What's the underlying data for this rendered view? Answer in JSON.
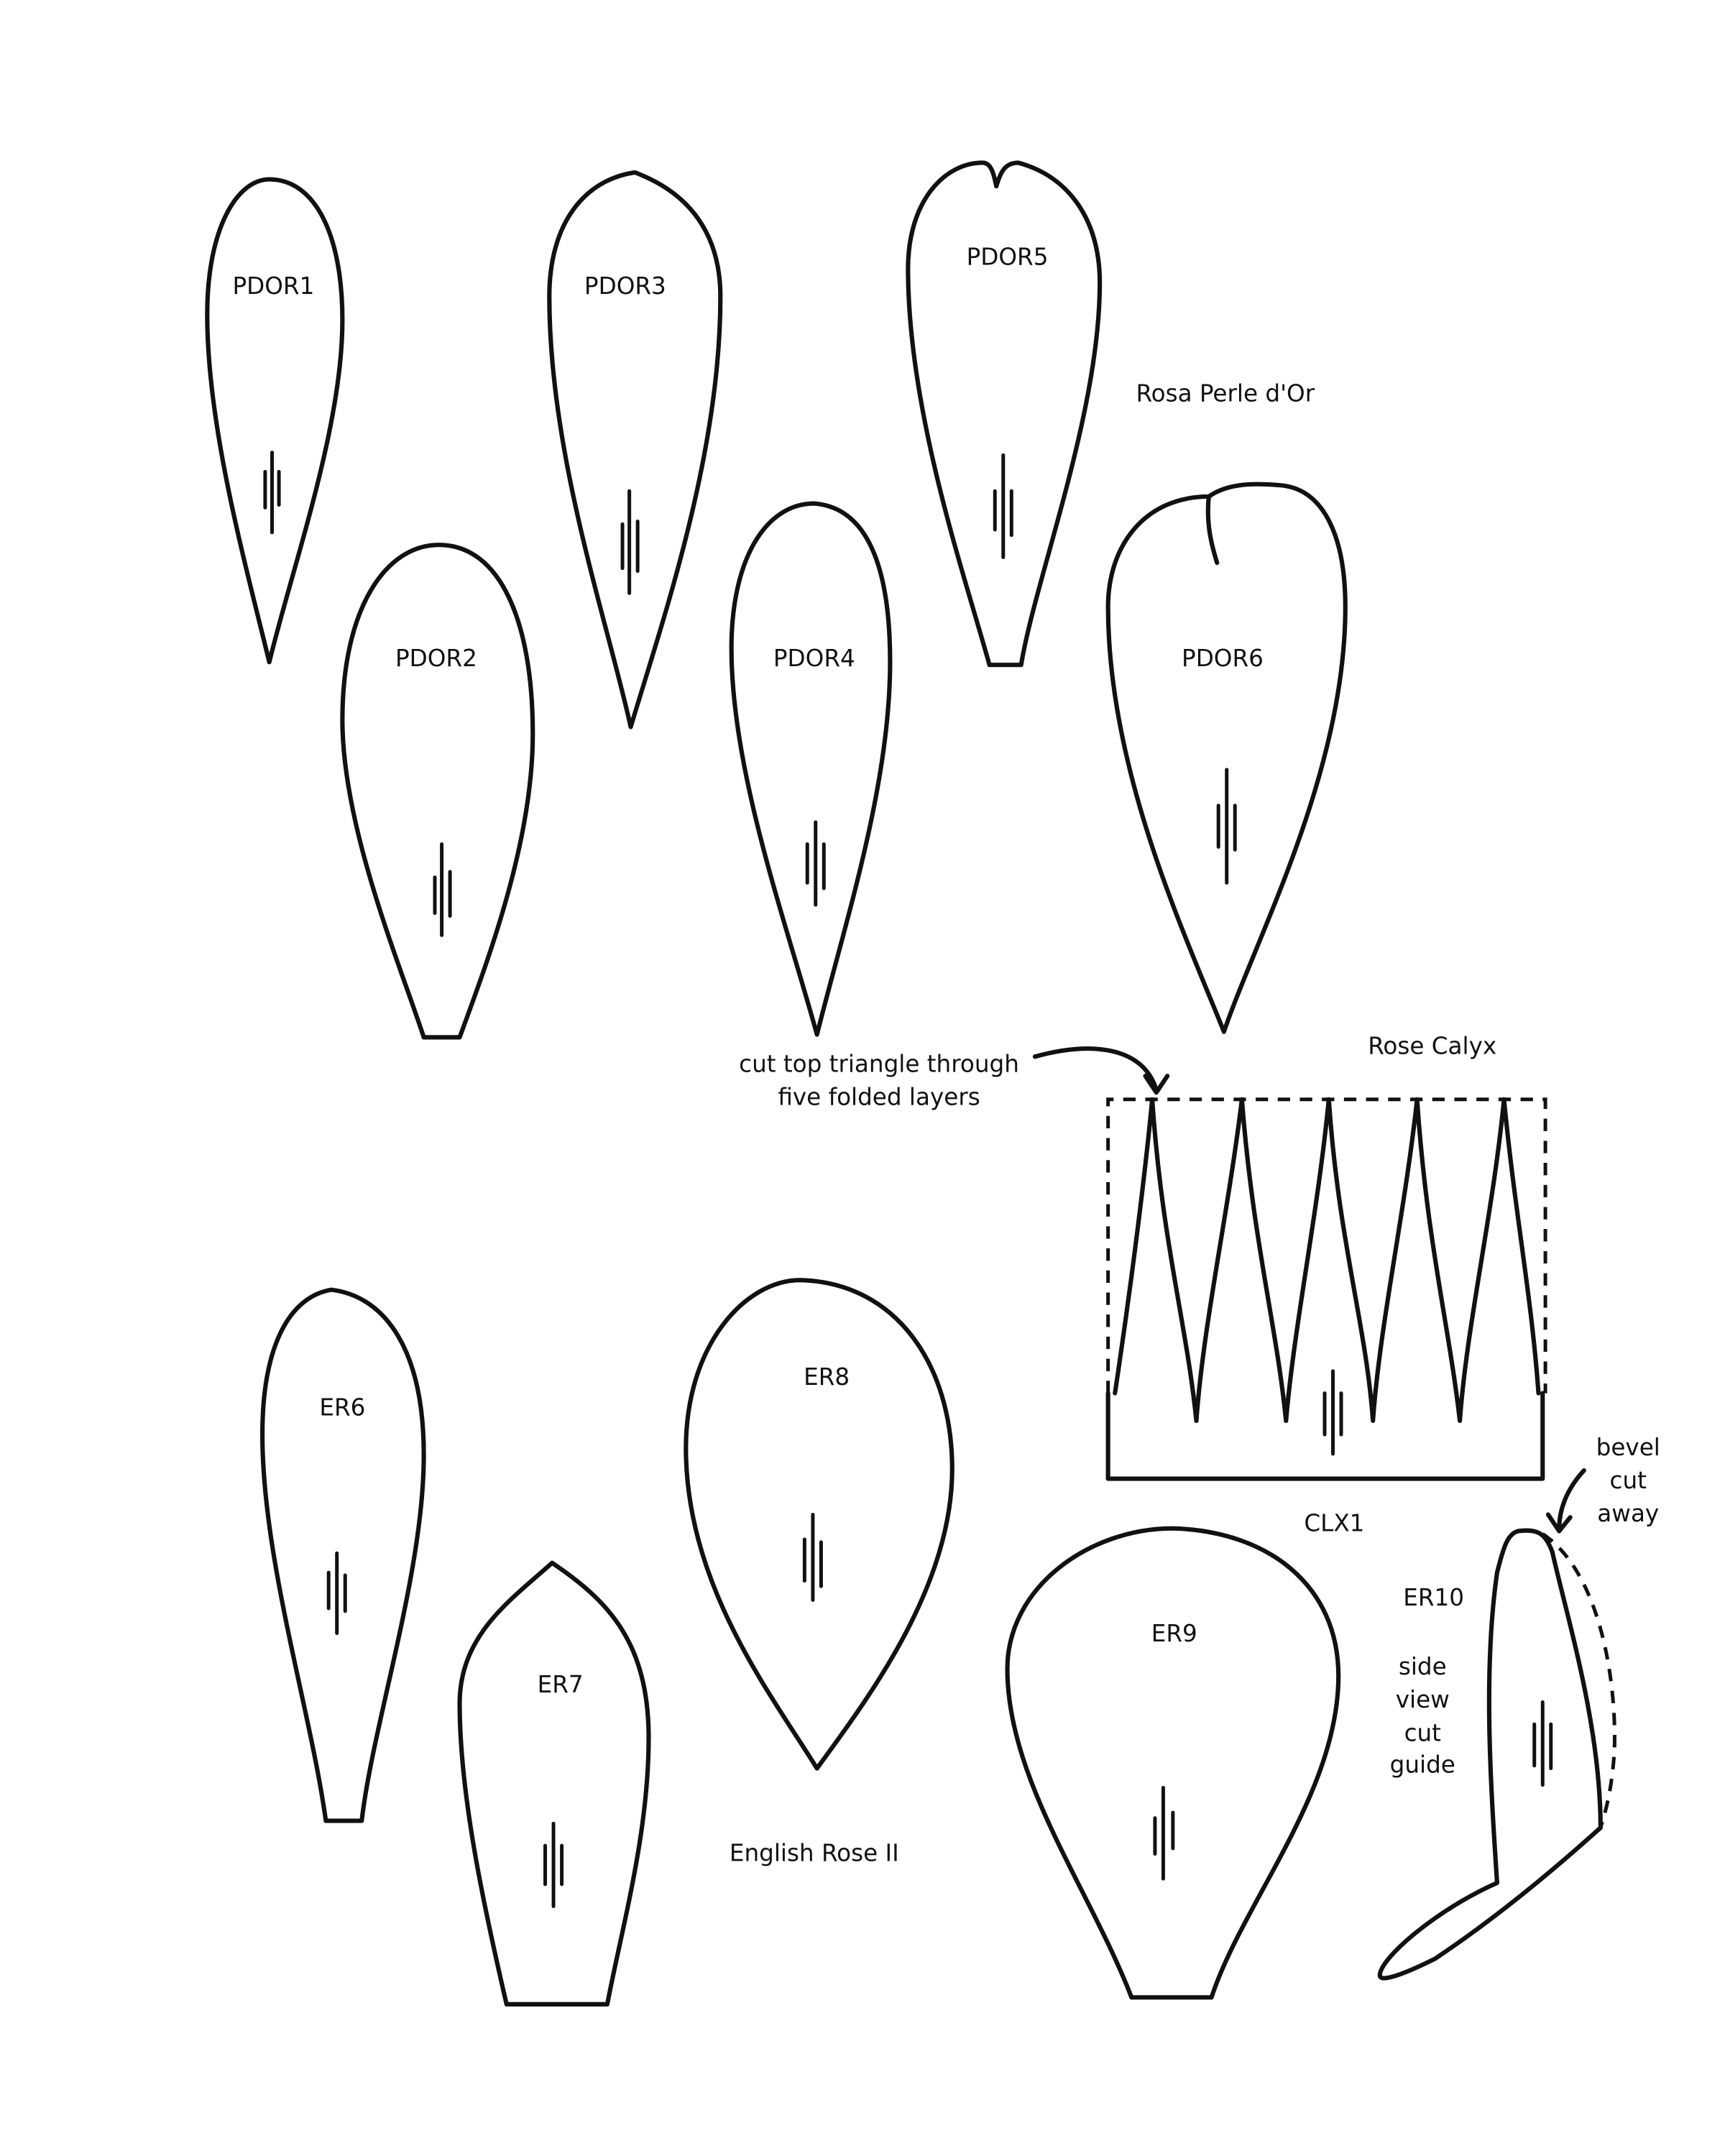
{
  "rosa_perle": {
    "title": "Rosa Perle d'Or",
    "pieces": [
      "PDOR1",
      "PDOR2",
      "PDOR3",
      "PDOR4",
      "PDOR5",
      "PDOR6"
    ]
  },
  "calyx": {
    "title": "Rose Calyx",
    "piece": "CLX1",
    "note_line1": "cut top triangle through",
    "note_line2": "five folded layers"
  },
  "english_rose": {
    "title": "English Rose II",
    "pieces": [
      "ER6",
      "ER7",
      "ER8",
      "ER9",
      "ER10"
    ],
    "side_note": [
      "side",
      "view",
      "cut",
      "guide"
    ],
    "bevel_note": [
      "bevel",
      "cut",
      "away"
    ]
  },
  "colors": {
    "ink": "#111111",
    "paper": "#ffffff"
  }
}
